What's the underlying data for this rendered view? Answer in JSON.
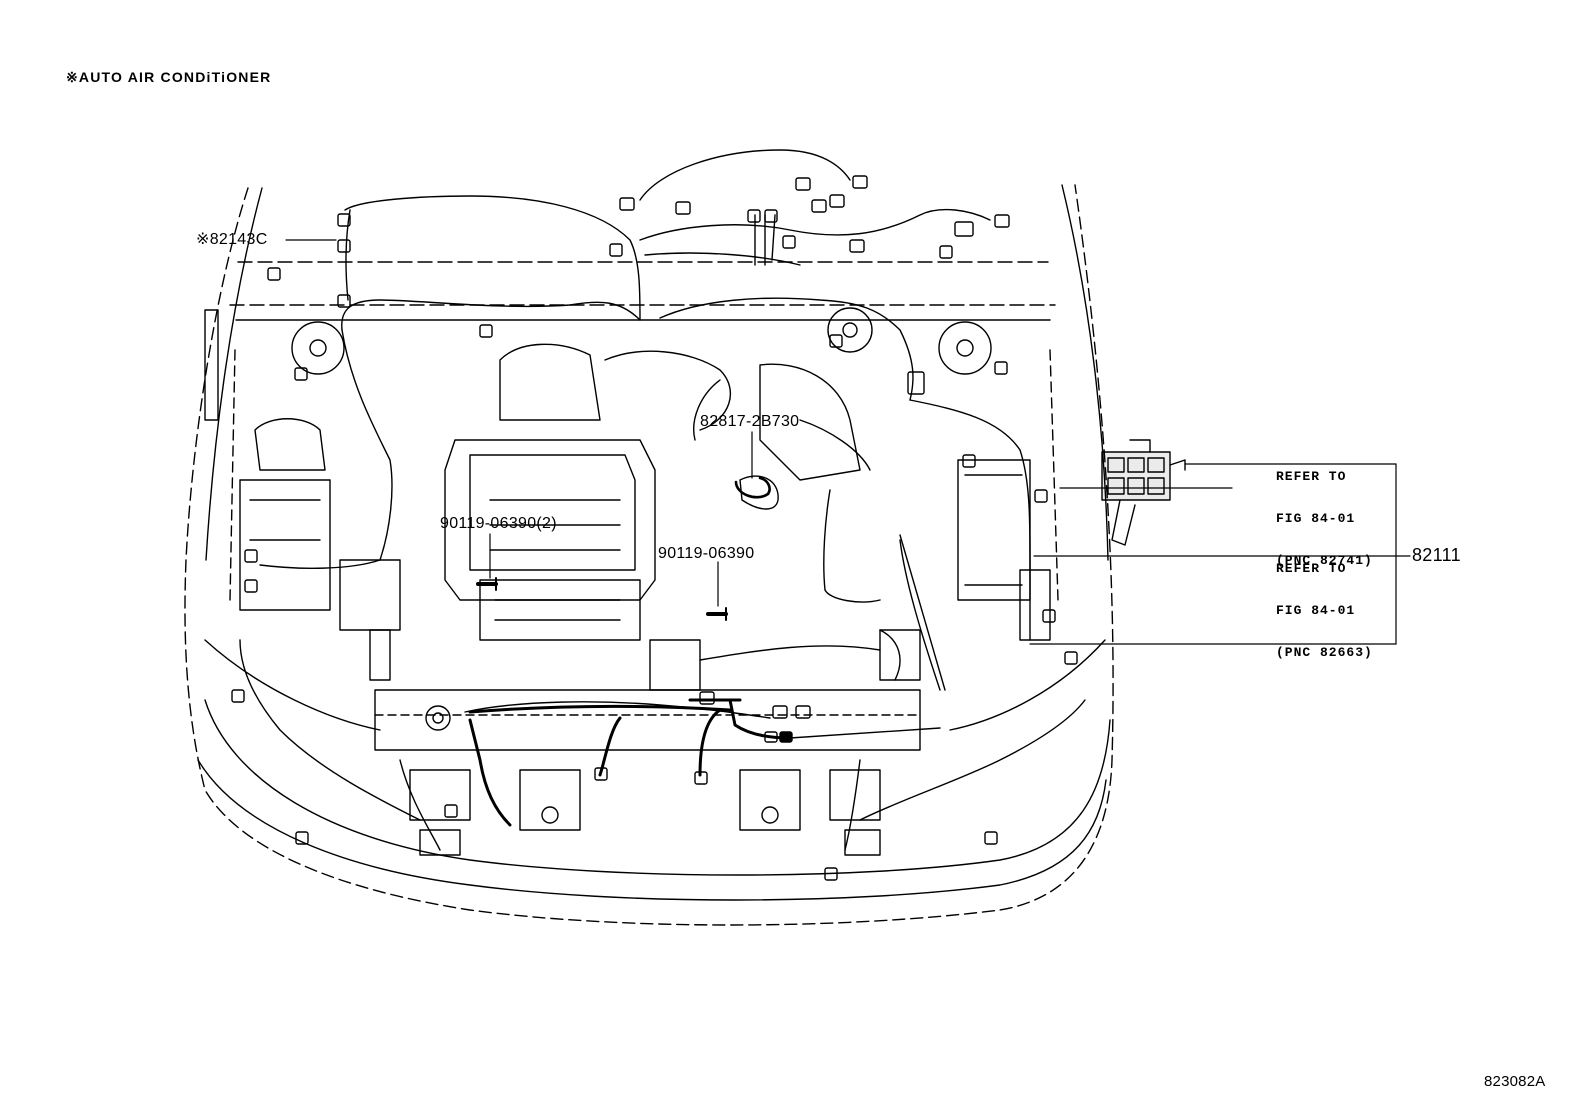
{
  "header_note": "※AUTO AIR CONDiTiONER",
  "figure_id": "823082A",
  "callouts": {
    "p82143c": "※82143C",
    "p82817": "82817-2B730",
    "p90119_a": "90119-06390(2)",
    "p90119_b": "90119-06390",
    "p82111": "82111"
  },
  "refs": [
    {
      "line1": "REFER TO",
      "line2": "FIG 84-01",
      "line3": "(PNC 82741)"
    },
    {
      "line1": "REFER TO",
      "line2": "FIG 84-01",
      "line3": "(PNC 82663)"
    }
  ]
}
